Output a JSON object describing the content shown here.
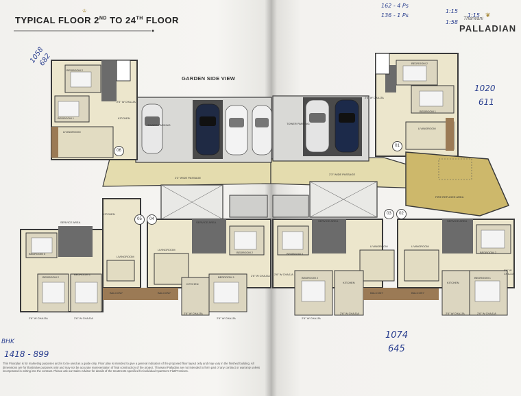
{
  "header": {
    "title_prefix": "TYPICAL FLOOR 2",
    "title_sup1": "ND",
    "title_mid": " TO 24",
    "title_sup2": "TH",
    "title_suffix": " FLOOR",
    "brand_sub": "Tharwani",
    "brand": "PALLADIAN"
  },
  "view_label": "GARDEN SIDE VIEW",
  "labels": {
    "tower_parking": "TOWER PARKING",
    "wide_passage": "2'3\" WIDE PASSAGE",
    "service_area": "SERVICE AREA",
    "living_room": "LIVINGROOM",
    "kitchen": "KITCHEN",
    "bedroom1": "BEDROOM 1",
    "bedroom2": "BEDROOM 2",
    "bedroom3": "BEDROOM 3",
    "balcony": "BALCONY",
    "chajja": "2'6\" W CHAJJA",
    "refuge": "FIRE REFUGEE AREA"
  },
  "units": [
    "06",
    "05",
    "04",
    "03",
    "02",
    "01"
  ],
  "handwritten": {
    "top_left": [
      "1058",
      "682"
    ],
    "top_right_lines": [
      "162 - 4 Ps",
      "136 - 1 Ps",
      "1:15",
      "1:58",
      "1:15"
    ],
    "right_mid": [
      "1020",
      "611"
    ],
    "bottom_left": [
      "BHK",
      "1418 - 899"
    ],
    "bottom_right": [
      "1074",
      "645"
    ]
  },
  "disclaimer": "This Floorplan is for marketing purposes and is to be used as a guide only. Floor plan is intended to give a general indication of the proposed floor layout only and may vary in the finished building. All dimensions are for illustrative purposes only and may not be accurate representation of final construction of the project. Tharwani Palladian are not intended to form part of any contract or warranty unless incorporated in writing into the contract. Please ask our Sales Advisor for details of the treatments specified for individual Apartment Flat/Premises.",
  "colors": {
    "wall": "#3a3a3a",
    "floor_beige": "#e6dfb9",
    "passage": "#d9cf9a",
    "wood": "#9b7a55",
    "tile_dark": "#5d5d5d",
    "refuge": "#cdb86b",
    "ink": "#2a3f8f"
  }
}
